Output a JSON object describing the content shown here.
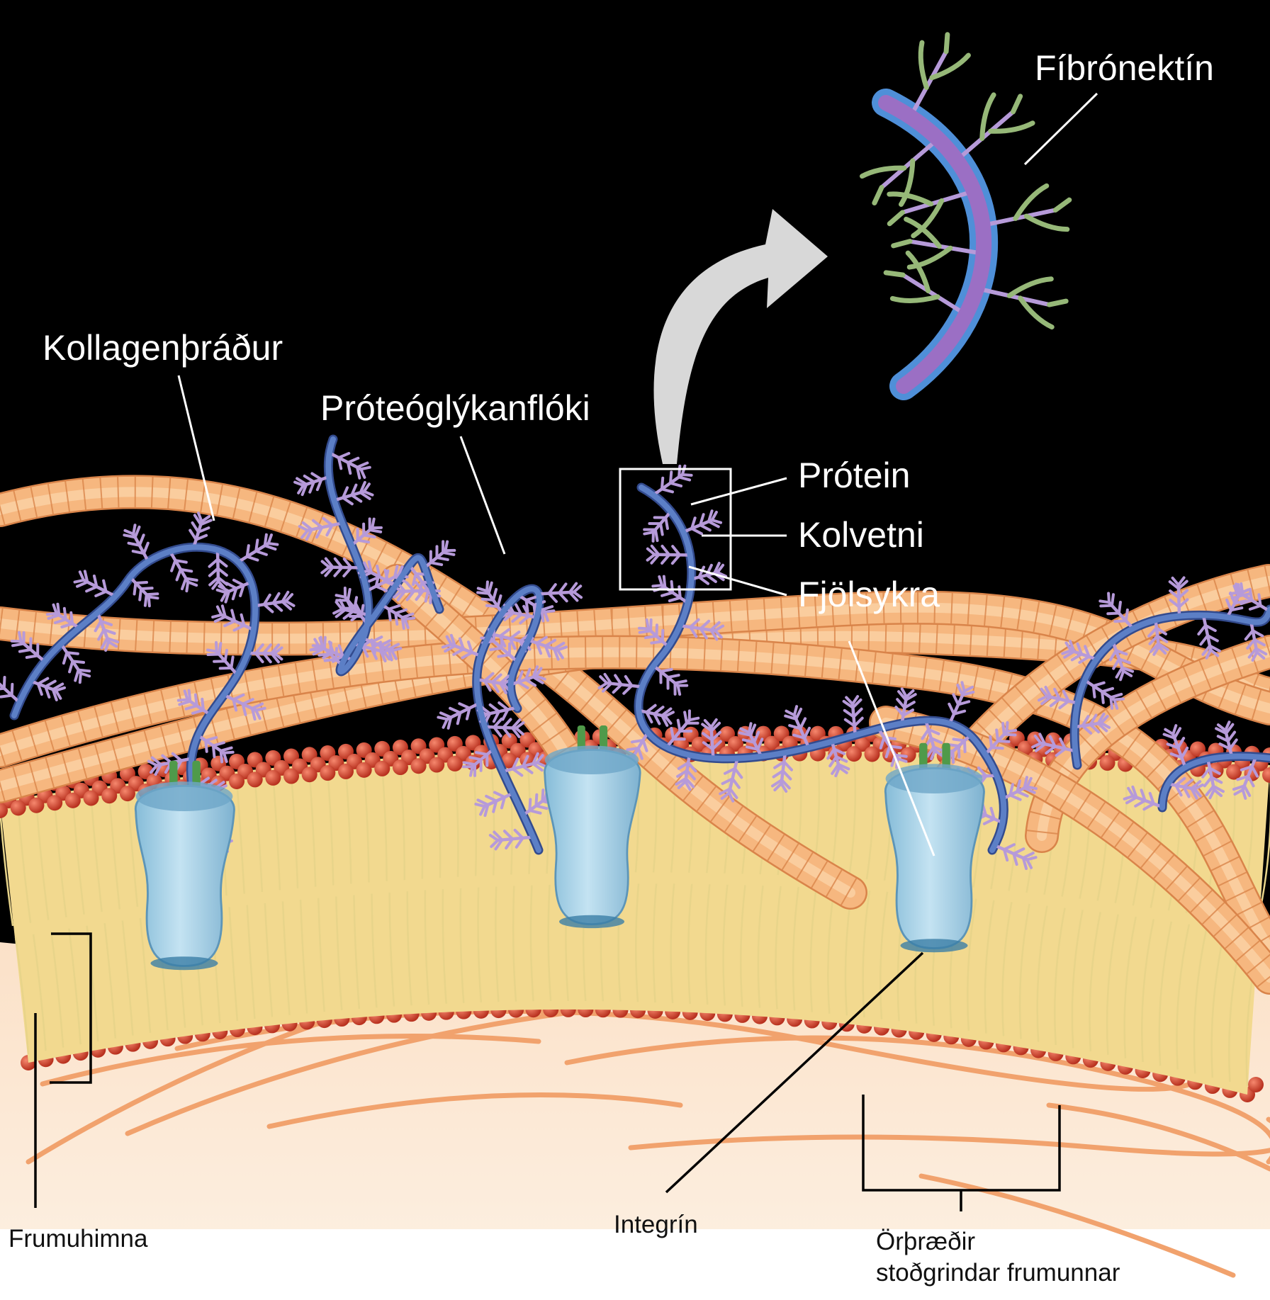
{
  "labels": {
    "fibronectin": "Fíbrónektín",
    "collagen_fiber": "Kollagenþráður",
    "proteoglycan_complex": "Próteóglýkanflóki",
    "protein": "Prótein",
    "carbohydrate": "Kolvetni",
    "polysaccharide": "Fjölsykra",
    "plasma_membrane": "Frumuhimna",
    "integrin": "Integrín",
    "microfilaments_line1": "Örþræðir",
    "microfilaments_line2": "stoðgrindar frumunnar"
  },
  "colors": {
    "background": "#000000",
    "collagen": "#f6b77f",
    "collagen_outline": "#d9844a",
    "proteoglycan_core": "#5c7fc6",
    "proteoglycan_branch": "#b69ad9",
    "fibronectin_core": "#9b6fc4",
    "fibronectin_outline": "#4f8fd8",
    "fibronectin_branch": "#96b878",
    "phospholipid_head": "#d8412b",
    "phospholipid_tail": "#e8d48a",
    "integrin": "#a9d4ea",
    "integrin_stem": "#4f9a4a",
    "cytoplasm": "#fbe7d3",
    "microfilament": "#f1a26d",
    "arrow": "#d8d8d8"
  }
}
